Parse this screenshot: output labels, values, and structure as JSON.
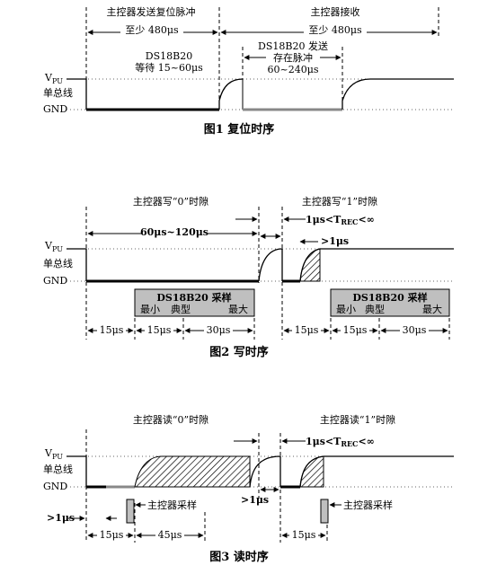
{
  "fig1": {
    "caption": "图1  复位时序",
    "master_reset_title": "主控器发送复位脉冲",
    "master_receive_title": "主控器接收",
    "min_480_left": "至少 480μs",
    "min_480_right": "至少 480μs",
    "wait_line1": "DS18B20",
    "wait_line2": "等待 15~60μs",
    "presence_line1": "DS18B20 发送",
    "presence_line2": "存在脉冲",
    "presence_line3": "60~240μs"
  },
  "fig2": {
    "caption": "图2  写时序",
    "write0_title": "主控器写“0”时隙",
    "write1_title": "主控器写“1”时隙",
    "slot_range": "60μs~120μs",
    "recovery": "1μs<T",
    "recovery_sub": "REC",
    "recovery_tail": "<∞",
    "gt1": ">1μs",
    "sample_title_left": "DS18B20 采样",
    "sample_title_right": "DS18B20 采样",
    "sample_min": "最小",
    "sample_typ": "典型",
    "sample_max": "最大",
    "t15a": "15μs",
    "t15b": "15μs",
    "t30a": "30μs",
    "t15c": "15μs",
    "t15d": "15μs",
    "t30b": "30μs"
  },
  "fig3": {
    "caption": "图3  读时序",
    "read0_title": "主控器读“0”时隙",
    "read1_title": "主控器读“1”时隙",
    "recovery": "1μs<T",
    "recovery_sub": "REC",
    "recovery_tail": "<∞",
    "gt1_left": ">1μs",
    "gt1_mid": ">1μs",
    "sample_left": "主控器采样",
    "sample_right": "主控器采样",
    "t15a": "15μs",
    "t45": "45μs",
    "t15b": "15μs"
  },
  "axis": {
    "vpu": "V",
    "vpu_sub": "PU",
    "bus": "单总线",
    "gnd": "GND"
  }
}
